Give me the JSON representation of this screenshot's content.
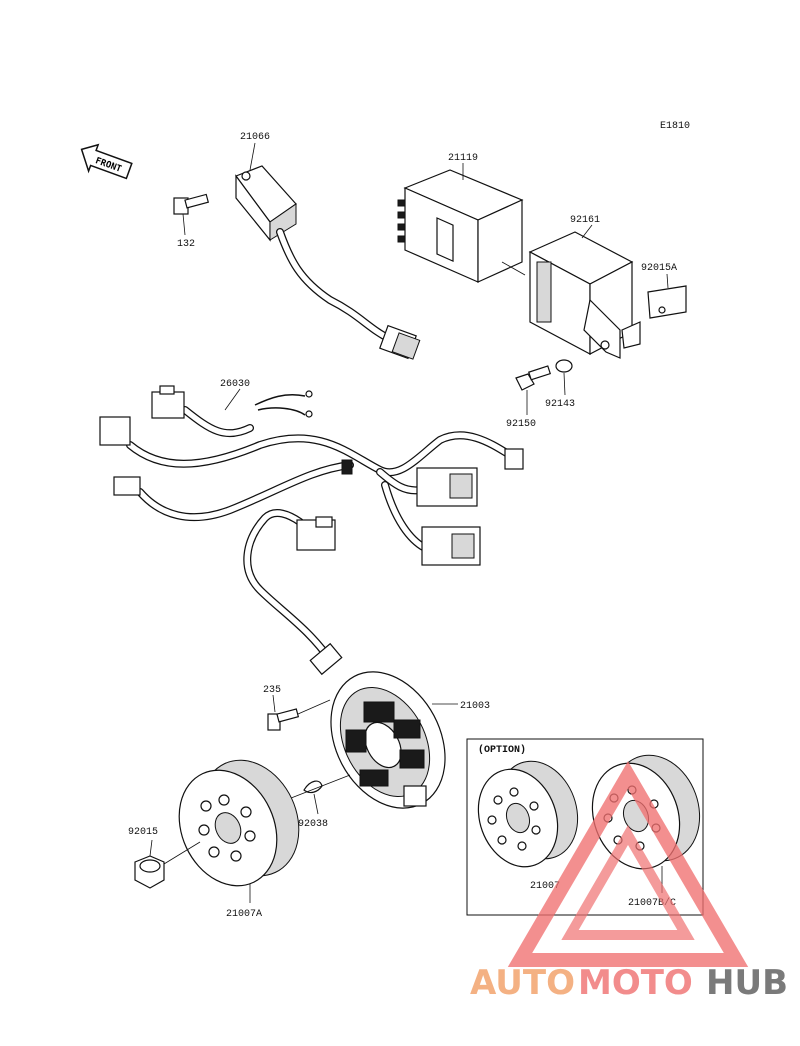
{
  "diagram": {
    "code": "E1810",
    "front_label": "FRONT",
    "option_label": "(OPTION)",
    "parts": {
      "p21066": "21066",
      "p132": "132",
      "p21119": "21119",
      "p92161": "92161",
      "p92015A": "92015A",
      "p92143": "92143",
      "p92150": "92150",
      "p26030": "26030",
      "p235": "235",
      "p21003": "21003",
      "p92015": "92015",
      "p92038": "92038",
      "p21007A": "21007A",
      "p21007": "21007",
      "p21007BC": "21007B/C"
    }
  },
  "watermark": {
    "part1": "AUTO",
    "part2": "MOTO",
    "part3": "HUB",
    "colors": {
      "auto": "#f4b183",
      "moto": "#f28c8c",
      "hub": "#7a7a7a",
      "triangle": "#f07070"
    }
  }
}
